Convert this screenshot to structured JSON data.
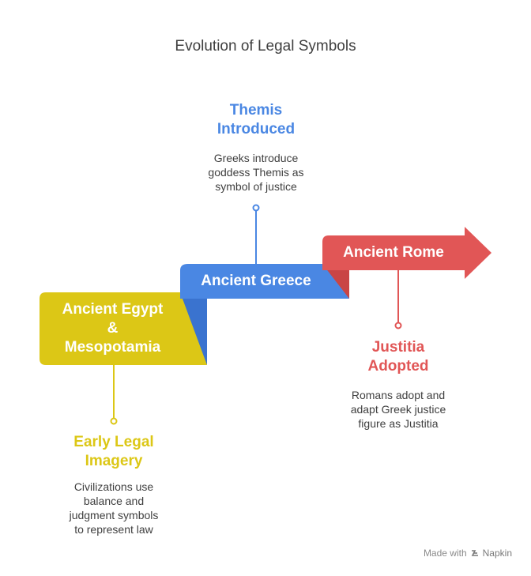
{
  "title": "Evolution of Legal Symbols",
  "colors": {
    "egypt": "#dcc716",
    "greece": "#4a87e3",
    "rome": "#e15656"
  },
  "steps": [
    {
      "label": "Ancient Egypt & Mesopotamia",
      "label_lines": [
        "Ancient Egypt",
        "&",
        "Mesopotamia"
      ],
      "heading_lines": [
        "Early Legal",
        "Imagery"
      ],
      "description_lines": [
        "Civilizations use",
        "balance and",
        "judgment symbols",
        "to represent law"
      ]
    },
    {
      "label": "Ancient Greece",
      "heading_lines": [
        "Themis",
        "Introduced"
      ],
      "description_lines": [
        "Greeks introduce",
        "goddess Themis as",
        "symbol of justice"
      ]
    },
    {
      "label": "Ancient Rome",
      "heading_lines": [
        "Justitia",
        "Adopted"
      ],
      "description_lines": [
        "Romans adopt and",
        "adapt Greek justice",
        "figure as Justitia"
      ]
    }
  ],
  "footer": {
    "made_with": "Made with",
    "brand": "Napkin"
  }
}
